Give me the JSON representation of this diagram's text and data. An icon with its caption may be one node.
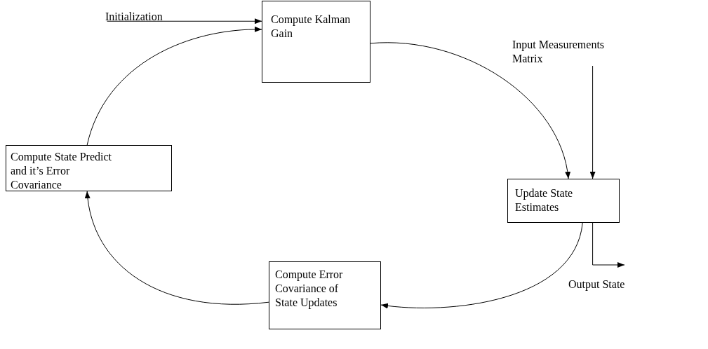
{
  "diagram": {
    "nodes": [
      {
        "text": [
          "Compute Kalman Gain"
        ]
      },
      {
        "text": [
          "Update State Estimates"
        ]
      },
      {
        "text": [
          "Compute Error Covariance of State Updates"
        ]
      },
      {
        "text": [
          "Compute State Predict and it’s Error Covariance"
        ]
      },
      {
        "text": [
          "Initialization"
        ]
      },
      {
        "text": [
          "Input Measurements Matrix"
        ]
      }
    ],
    "edges": [
      {
        "from": 0,
        "to": 1,
        "arrow": "to"
      },
      {
        "from": 1,
        "to": 2,
        "arrow": "to"
      },
      {
        "from": 2,
        "to": 3,
        "arrow": "to"
      },
      {
        "from": 3,
        "to": 0,
        "arrow": "to"
      },
      {
        "from": 4,
        "to": 0,
        "arrow": "to"
      },
      {
        "from": 5,
        "to": 1,
        "arrow": "to"
      },
      {
        "from": 1,
        "to": null,
        "arrow": "to",
        "label": "Output State"
      }
    ]
  }
}
